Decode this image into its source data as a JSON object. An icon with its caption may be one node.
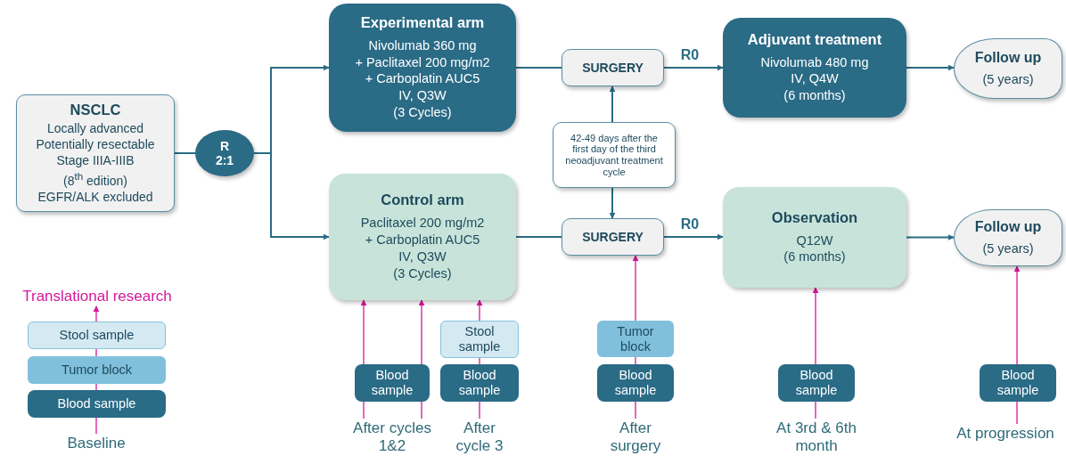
{
  "diagram": {
    "nodes": [
      {
        "text": [
          "NSCLC",
          "Locally advanced",
          "Potentially resectable",
          "Stage IIIA-IIIB",
          "(8$^{th}$ edition)",
          "EGFR/ALK excluded"
        ]
      },
      {
        "text": [
          "R 2:1"
        ]
      },
      {
        "text": [
          "Experimental arm",
          "Nivolumab 360 mg",
          "+ Paclitaxel 200 mg/m2",
          "+ Carboplatin AUC5",
          "IV, Q3W",
          "(3 Cycles)"
        ]
      },
      {
        "text": [
          "SURGERY"
        ]
      },
      {
        "text": [
          "Adjuvant treatment",
          "Nivolumab 480 mg",
          "IV, Q4W",
          "(6 months)"
        ]
      },
      {
        "text": [
          "Follow up",
          "(5 years)"
        ]
      },
      {
        "text": [
          "42-49 days after the first day of the third neoadjuvant treatment cycle"
        ]
      },
      {
        "text": [
          "Control arm",
          "Paclitaxel 200 mg/m2",
          "+ Carboplatin AUC5",
          "IV, Q3W",
          "(3 Cycles)"
        ]
      },
      {
        "text": [
          "SURGERY"
        ]
      },
      {
        "text": [
          "Observation",
          "Q12W",
          "(6 months)"
        ]
      },
      {
        "text": [
          "Follow up",
          "(5 years)"
        ]
      },
      {
        "text": [
          "Translational research"
        ]
      },
      {
        "text": [
          "Stool sample"
        ]
      },
      {
        "text": [
          "Tumor block"
        ]
      },
      {
        "text": [
          "Blood sample"
        ]
      },
      {
        "text": [
          "Baseline"
        ]
      },
      {
        "text": [
          "After cycles 1&2"
        ]
      },
      {
        "text": [
          "Blood sample"
        ]
      },
      {
        "text": [
          "After cycle 3"
        ]
      },
      {
        "text": [
          "Blood sample"
        ]
      },
      {
        "text": [
          "Stool sample"
        ]
      },
      {
        "text": [
          "After surgery"
        ]
      },
      {
        "text": [
          "Blood sample"
        ]
      },
      {
        "text": [
          "Tumor block"
        ]
      },
      {
        "text": [
          "At 3rd & 6th month"
        ]
      },
      {
        "text": [
          "Blood sample"
        ]
      },
      {
        "text": [
          "At progression"
        ]
      },
      {
        "text": [
          "Blood sample"
        ]
      }
    ],
    "edges": [
      {
        "from": 0,
        "to": 1,
        "arrow": "none",
        "color": "#2a6b86"
      },
      {
        "from": 1,
        "to": 2,
        "arrow": "to",
        "color": "#2a6b86"
      },
      {
        "from": 1,
        "to": 7,
        "arrow": "to",
        "color": "#2a6b86"
      },
      {
        "from": 2,
        "to": 3,
        "arrow": "none",
        "color": "#2a6b86"
      },
      {
        "from": 7,
        "to": 8,
        "arrow": "none",
        "color": "#2a6b86"
      },
      {
        "from": 3,
        "to": 4,
        "arrow": "to",
        "label": "R0",
        "color": "#2a6b86"
      },
      {
        "from": 8,
        "to": 9,
        "arrow": "to",
        "label": "R0",
        "color": "#2a6b86"
      },
      {
        "from": 4,
        "to": 5,
        "arrow": "to",
        "color": "#2a6b86"
      },
      {
        "from": 9,
        "to": 10,
        "arrow": "to",
        "color": "#2a6b86"
      },
      {
        "from": 6,
        "to": 3,
        "arrow": "to",
        "color": "#2a6b86"
      },
      {
        "from": 6,
        "to": 8,
        "arrow": "to",
        "color": "#2a6b86"
      },
      {
        "from": 15,
        "to": 14,
        "arrow": "none"
      },
      {
        "from": 14,
        "to": 13,
        "arrow": "none"
      },
      {
        "from": 13,
        "to": 12,
        "arrow": "none"
      },
      {
        "from": 12,
        "to": 11,
        "arrow": "to"
      },
      {
        "from": 16,
        "to": 17,
        "arrow": "none"
      },
      {
        "from": 16,
        "to": 17,
        "arrow": "none"
      },
      {
        "from": 17,
        "to": 7,
        "arrow": "to"
      },
      {
        "from": 17,
        "to": 7,
        "arrow": "to"
      },
      {
        "from": 18,
        "to": 19,
        "arrow": "none"
      },
      {
        "from": 19,
        "to": 20,
        "arrow": "none"
      },
      {
        "from": 20,
        "to": 7,
        "arrow": "to"
      },
      {
        "from": 21,
        "to": 22,
        "arrow": "none"
      },
      {
        "from": 22,
        "to": 23,
        "arrow": "none"
      },
      {
        "from": 23,
        "to": 8,
        "arrow": "to"
      },
      {
        "from": 24,
        "to": 25,
        "arrow": "none"
      },
      {
        "from": 25,
        "to": 9,
        "arrow": "to"
      },
      {
        "from": 26,
        "to": 27,
        "arrow": "none"
      },
      {
        "from": 27,
        "to": 10,
        "arrow": "to"
      }
    ]
  }
}
